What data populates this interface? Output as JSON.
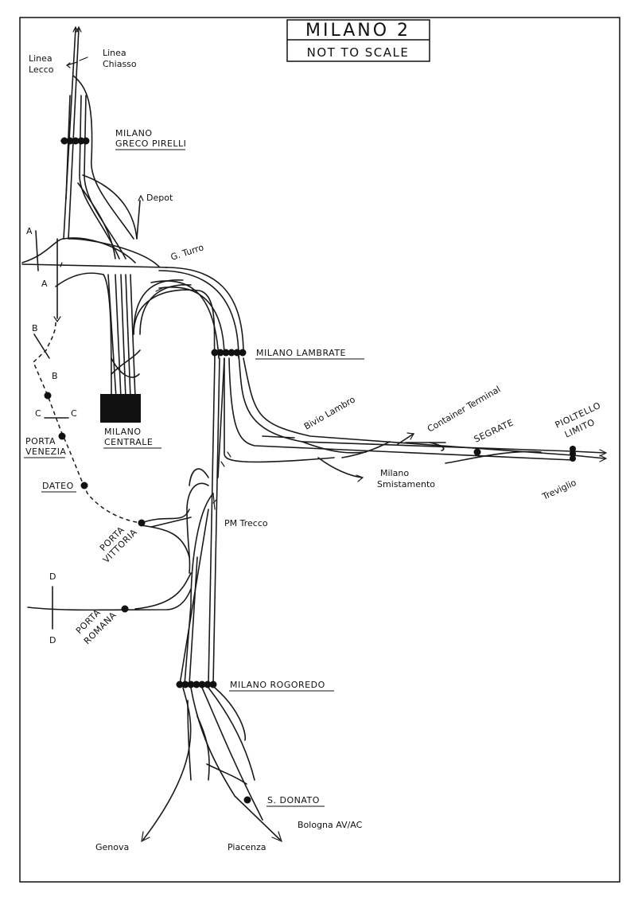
{
  "title": {
    "main": "MILANO 2",
    "sub": "NOT TO SCALE"
  },
  "destinations": {
    "linea": "Linea",
    "lecco": "Lecco",
    "chiasso": "Chiasso",
    "depot": "Depot",
    "g_turro": "G. Turro",
    "bivio_lambro": "Bivio Lambro",
    "container_terminal": "Container Terminal",
    "milano": "Milano",
    "smistamento": "Smistamento",
    "treviglio": "Treviglio",
    "pm_trecco": "PM Trecco",
    "genova": "Genova",
    "piacenza": "Piacenza",
    "bologna": "Bologna AV/AC"
  },
  "stations": {
    "greco_1": "MILANO",
    "greco_2": "GRECO PIRELLI",
    "centrale_1": "MILANO",
    "centrale_2": "CENTRALE",
    "lambrate": "MILANO  LAMBRATE",
    "secrate": "SEGRATE",
    "pioltello_1": "PIOLTELLO",
    "pioltello_2": "LIMITO",
    "porta_venezia_1": "PORTA",
    "porta_venezia_2": "VENEZIA",
    "dateo": "DATEO",
    "porta_vittoria_1": "PORTA",
    "porta_vittoria_2": "VITTORIA",
    "porta_romana_1": "PORTA",
    "porta_romana_2": "ROMANA",
    "rogoredo": "MILANO  ROGOREDO",
    "s_donato": "S. DONATO"
  },
  "section_markers": {
    "a_top": "A",
    "a_bottom": "A",
    "b_top": "B",
    "b_bottom": "B",
    "c_left": "C",
    "c_right": "C",
    "d_top": "D",
    "d_bottom": "D"
  }
}
